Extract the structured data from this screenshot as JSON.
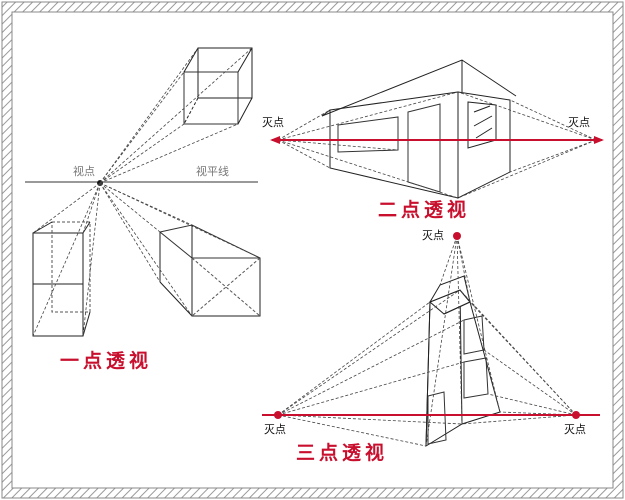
{
  "one_point": {
    "viewpoint_label": "视点",
    "horizon_label": "视平线",
    "title": "一点透视"
  },
  "two_point": {
    "vp_left_label": "灭点",
    "vp_right_label": "灭点",
    "title": "二点透视"
  },
  "three_point": {
    "vp_top_label": "灭点",
    "vp_left_label": "灭点",
    "vp_right_label": "灭点",
    "title": "三点透视"
  },
  "colors": {
    "accent_red": "#c8102e",
    "line": "#222222",
    "dash": "#444444",
    "border": "#888888"
  }
}
